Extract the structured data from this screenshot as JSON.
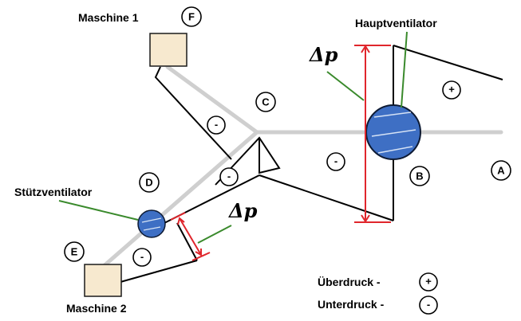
{
  "labels": {
    "maschine1": "Maschine 1",
    "maschine2": "Maschine 2",
    "hauptventilator": "Hauptventilator",
    "stuetzventilator": "Stützventilator",
    "delta_p_main": "Δp",
    "delta_p_aux": "Δp"
  },
  "markers": {
    "A": "A",
    "B": "B",
    "C": "C",
    "D": "D",
    "E": "E",
    "F": "F"
  },
  "signs": {
    "plus": "+",
    "minus": "-"
  },
  "legend": {
    "overpressure_label": "Überdruck -",
    "overpressure_symbol": "+",
    "underpressure_label": "Unterdruck -",
    "underpressure_symbol": "-"
  },
  "colors": {
    "fan_fill": "#3e6fc4",
    "fan_stroke": "#0d1a33",
    "machine_fill": "#f7e9cf",
    "dimension_red": "#e0262c",
    "leader_green": "#3a8a2c",
    "airway_gray": "#cfcfcf"
  }
}
